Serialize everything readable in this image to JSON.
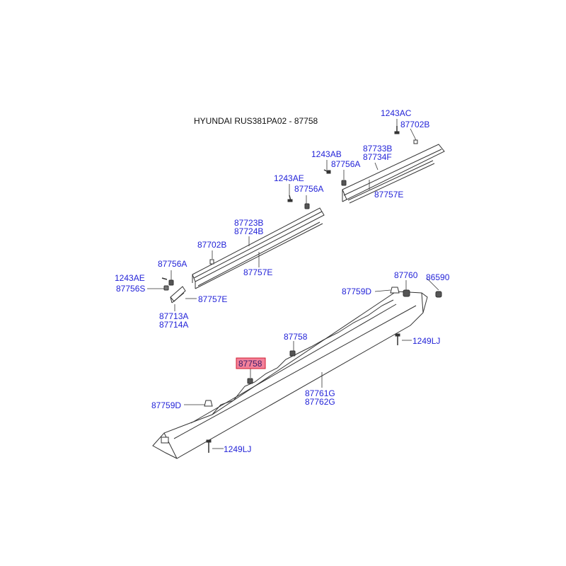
{
  "title": "HYUNDAI RUS381PA02 - 87758",
  "colors": {
    "label": "#2323d8",
    "line": "#333333",
    "highlight_fill": "#f2809a",
    "highlight_border": "#d21c2c",
    "highlight_text": "#3a1a6a"
  },
  "highlighted_part": "87758",
  "labels": {
    "l_1243AC": "1243AC",
    "l_87702B_top": "87702B",
    "l_1243AB": "1243AB",
    "l_87733B": "87733B",
    "l_87734F": "87734F",
    "l_87756A_1": "87756A",
    "l_87757E_1": "87757E",
    "l_1243AE_1": "1243AE",
    "l_87756A_2": "87756A",
    "l_87723B": "87723B",
    "l_87724B": "87724B",
    "l_87702B_mid": "87702B",
    "l_87757E_2": "87757E",
    "l_87756A_3": "87756A",
    "l_1243AE_2": "1243AE",
    "l_87756S": "87756S",
    "l_87757E_3": "87757E",
    "l_87713A": "87713A",
    "l_87714A": "87714A",
    "l_87760": "87760",
    "l_86590": "86590",
    "l_87759D_1": "87759D",
    "l_1249LJ_1": "1249LJ",
    "l_87758_1": "87758",
    "l_87758_hl": "87758",
    "l_87761G": "87761G",
    "l_87762G": "87762G",
    "l_87759D_2": "87759D",
    "l_1249LJ_2": "1249LJ"
  }
}
